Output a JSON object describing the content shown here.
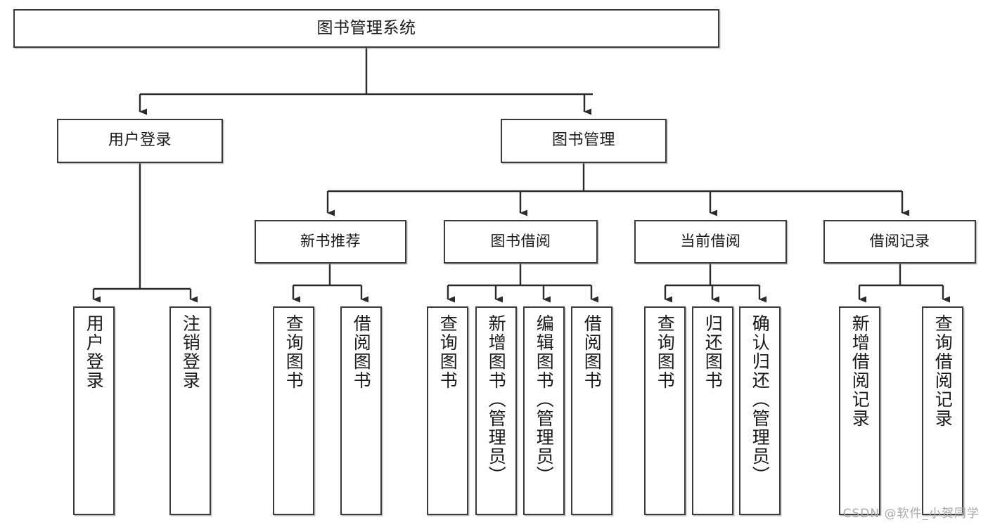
{
  "diagram": {
    "title": "图书管理系统",
    "type": "tree-hierarchy",
    "colors": {
      "box_border": "#3b3b3b",
      "box_fill": "#ffffff",
      "connector": "#2b2b2b",
      "text": "#1a1a1a",
      "watermark": "#a8a8a8"
    },
    "root": {
      "label": "图书管理系统"
    },
    "level1": [
      {
        "label": "用户登录"
      },
      {
        "label": "图书管理"
      }
    ],
    "level2": [
      {
        "label": "新书推荐",
        "parent": "图书管理"
      },
      {
        "label": "图书借阅",
        "parent": "图书管理"
      },
      {
        "label": "当前借阅",
        "parent": "图书管理"
      },
      {
        "label": "借阅记录",
        "parent": "图书管理"
      }
    ],
    "leaves": [
      {
        "label": "用户登录",
        "parent": "用户登录"
      },
      {
        "label": "注销登录",
        "parent": "用户登录"
      },
      {
        "label": "查询图书",
        "parent": "新书推荐"
      },
      {
        "label": "借阅图书",
        "parent": "新书推荐"
      },
      {
        "label": "查询图书",
        "parent": "图书借阅"
      },
      {
        "label": "新增图书（管理员）",
        "parent": "图书借阅"
      },
      {
        "label": "编辑图书（管理员）",
        "parent": "图书借阅"
      },
      {
        "label": "借阅图书",
        "parent": "图书借阅"
      },
      {
        "label": "查询图书",
        "parent": "当前借阅"
      },
      {
        "label": "归还图书",
        "parent": "当前借阅"
      },
      {
        "label": "确认归还（管理员）",
        "parent": "当前借阅"
      },
      {
        "label": "新增借阅记录",
        "parent": "借阅记录"
      },
      {
        "label": "查询借阅记录",
        "parent": "借阅记录"
      }
    ],
    "watermark": "CSDN @软件_小贺同学"
  }
}
